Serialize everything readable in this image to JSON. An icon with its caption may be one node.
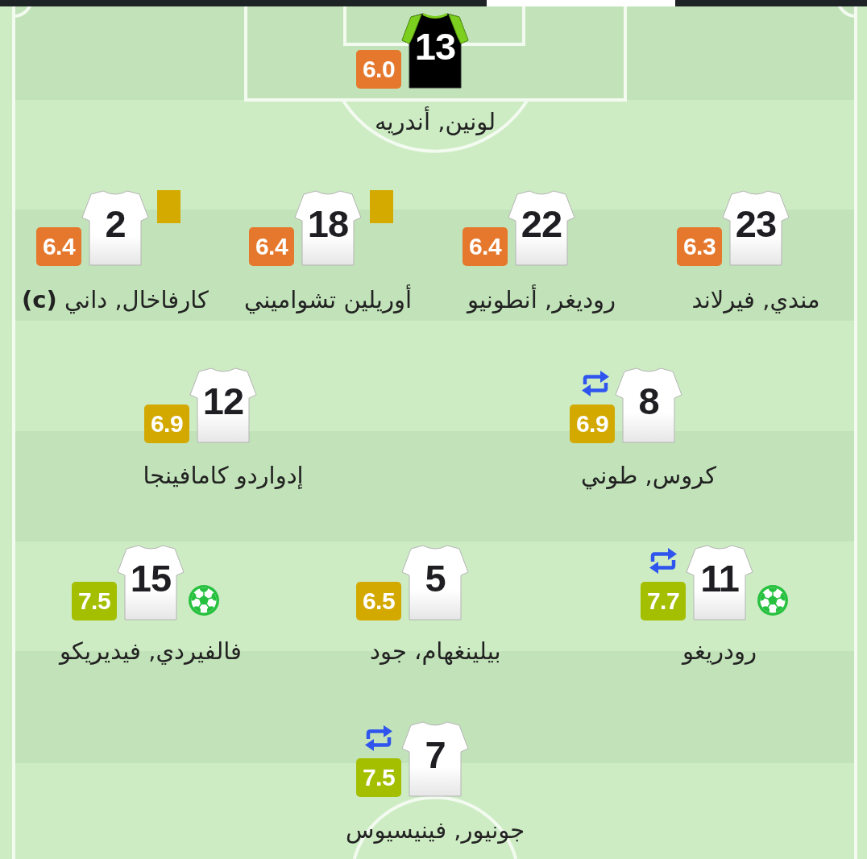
{
  "diagram": {
    "nodes": [
      {
        "text": [
          "6.0"
        ]
      },
      {
        "text": [
          "13"
        ],
        "beside": [
          "لونين, أندريه"
        ]
      },
      {
        "text": [
          "6.4"
        ]
      },
      {
        "text": [
          "2"
        ],
        "beside": [
          "كارفاخال, داني **(c)**"
        ]
      },
      {
        "text": [
          "6.4"
        ]
      },
      {
        "text": [
          "18"
        ],
        "beside": [
          "أوريلين تشواميني"
        ]
      },
      {
        "text": [
          "6.4"
        ]
      },
      {
        "text": [
          "22"
        ],
        "beside": [
          "روديغر, أنطونيو"
        ]
      },
      {
        "text": [
          "6.3"
        ]
      },
      {
        "text": [
          "23"
        ],
        "beside": [
          "مندي, فيرلاند"
        ]
      },
      {
        "text": [
          "6.9"
        ]
      },
      {
        "text": [
          "12"
        ],
        "beside": [
          "إدواردو كامافينجا"
        ]
      },
      {
        "text": [
          "6.9"
        ]
      },
      {
        "text": [
          "8"
        ],
        "beside": [
          "كروس, طوني"
        ]
      },
      {
        "text": [
          "7.5"
        ]
      },
      {
        "text": [
          "15"
        ],
        "beside": [
          "فالفيردي, فيديريكو"
        ]
      },
      {
        "text": [
          "6.5"
        ]
      },
      {
        "text": [
          "5"
        ],
        "beside": [
          "بيلينغهام، جود"
        ]
      },
      {
        "text": [
          "7.7"
        ]
      },
      {
        "text": [
          "11"
        ],
        "beside": [
          "رودريغو"
        ]
      },
      {
        "text": [
          "7.5"
        ]
      },
      {
        "text": [
          "7"
        ],
        "beside": [
          "جونيور, فينيسيوس"
        ]
      }
    ]
  }
}
